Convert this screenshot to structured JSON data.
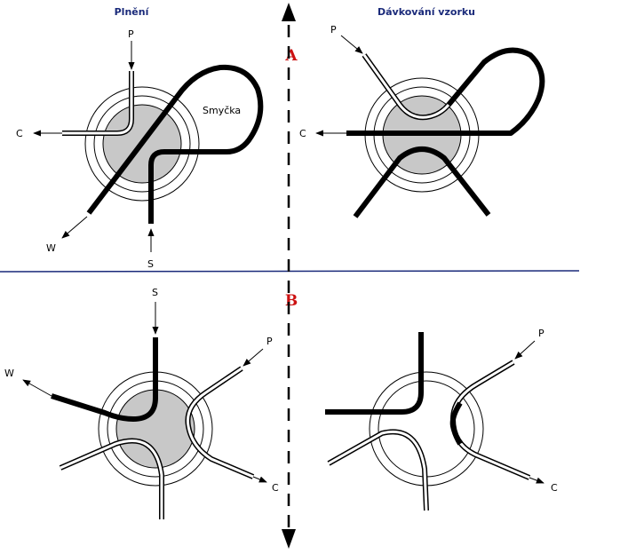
{
  "colors": {
    "heading": "#1a2a7a",
    "section": "#cc1111",
    "divider": "#1a2a7a",
    "rotor": "#c8c8c8"
  },
  "headings": {
    "left": "Plnění",
    "right": "Dávkování vzorku"
  },
  "sections": {
    "a": "A",
    "b": "B"
  },
  "labels": {
    "loop": "Smyčka",
    "p": "P",
    "c": "C",
    "w": "W",
    "s": "S"
  }
}
